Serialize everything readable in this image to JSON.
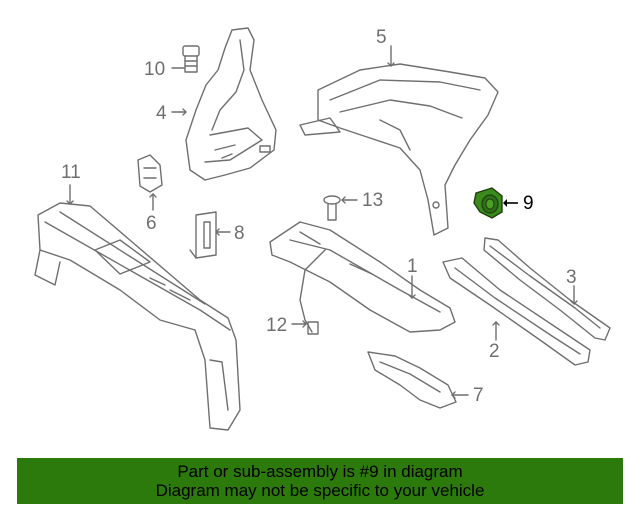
{
  "diagram": {
    "callouts": [
      "1",
      "2",
      "3",
      "4",
      "5",
      "6",
      "7",
      "8",
      "9",
      "10",
      "11",
      "12",
      "13"
    ],
    "highlight_part": "9",
    "highlight_color": "#3a8a1c",
    "line_color": "#6f6f6f"
  },
  "banner": {
    "line1": "Part or sub-assembly is #9 in diagram",
    "line2": "Diagram may not be specific to your vehicle",
    "bg_color": "#2b7a0b"
  }
}
